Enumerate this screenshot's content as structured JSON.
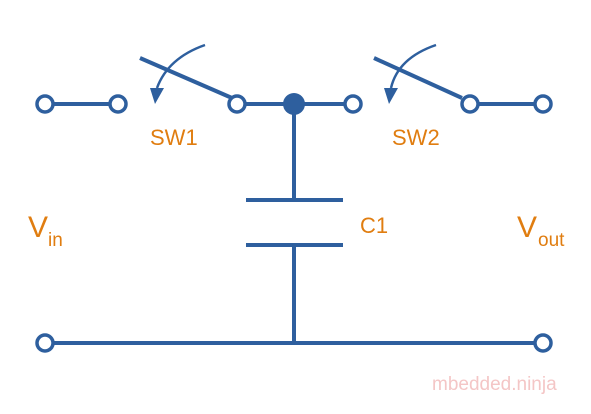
{
  "labels": {
    "sw1": "SW1",
    "sw2": "SW2",
    "c1": "C1",
    "vin_main": "V",
    "vin_sub": "in",
    "vout_main": "V",
    "vout_sub": "out"
  },
  "watermark": "mbedded.ninja",
  "colors": {
    "wire": "#2e5f9e",
    "label": "#e07d10",
    "watermark": "#f4c6c6"
  }
}
